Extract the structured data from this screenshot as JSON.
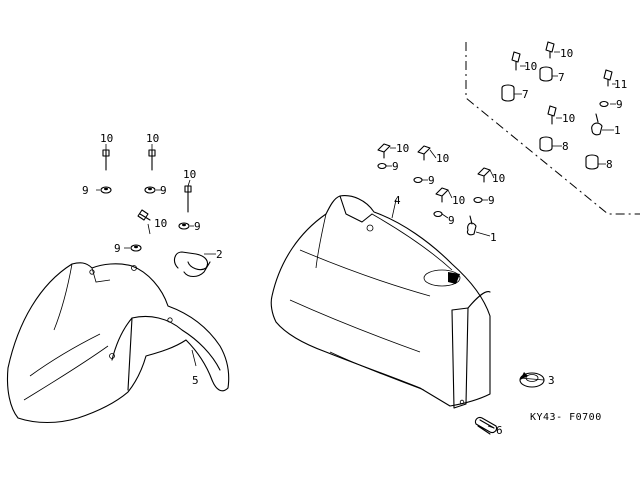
{
  "diagram": {
    "code": "KY43- F0700",
    "callouts": {
      "c1": "10",
      "c2": "10",
      "c3": "10",
      "c4": "10",
      "c5": "9",
      "c6": "9",
      "c7": "9",
      "c8": "9",
      "c9": "2",
      "c10": "5",
      "c11": "10",
      "c12": "10",
      "c13": "10",
      "c14": "10",
      "c15": "9",
      "c16": "9",
      "c17": "9",
      "c18": "9",
      "c19": "4",
      "c20": "1",
      "c21": "3",
      "c22": "6",
      "c23": "10",
      "c24": "10",
      "c25": "7",
      "c26": "7",
      "c27": "11",
      "c28": "9",
      "c29": "10",
      "c30": "1",
      "c31": "8",
      "c32": "8"
    }
  }
}
